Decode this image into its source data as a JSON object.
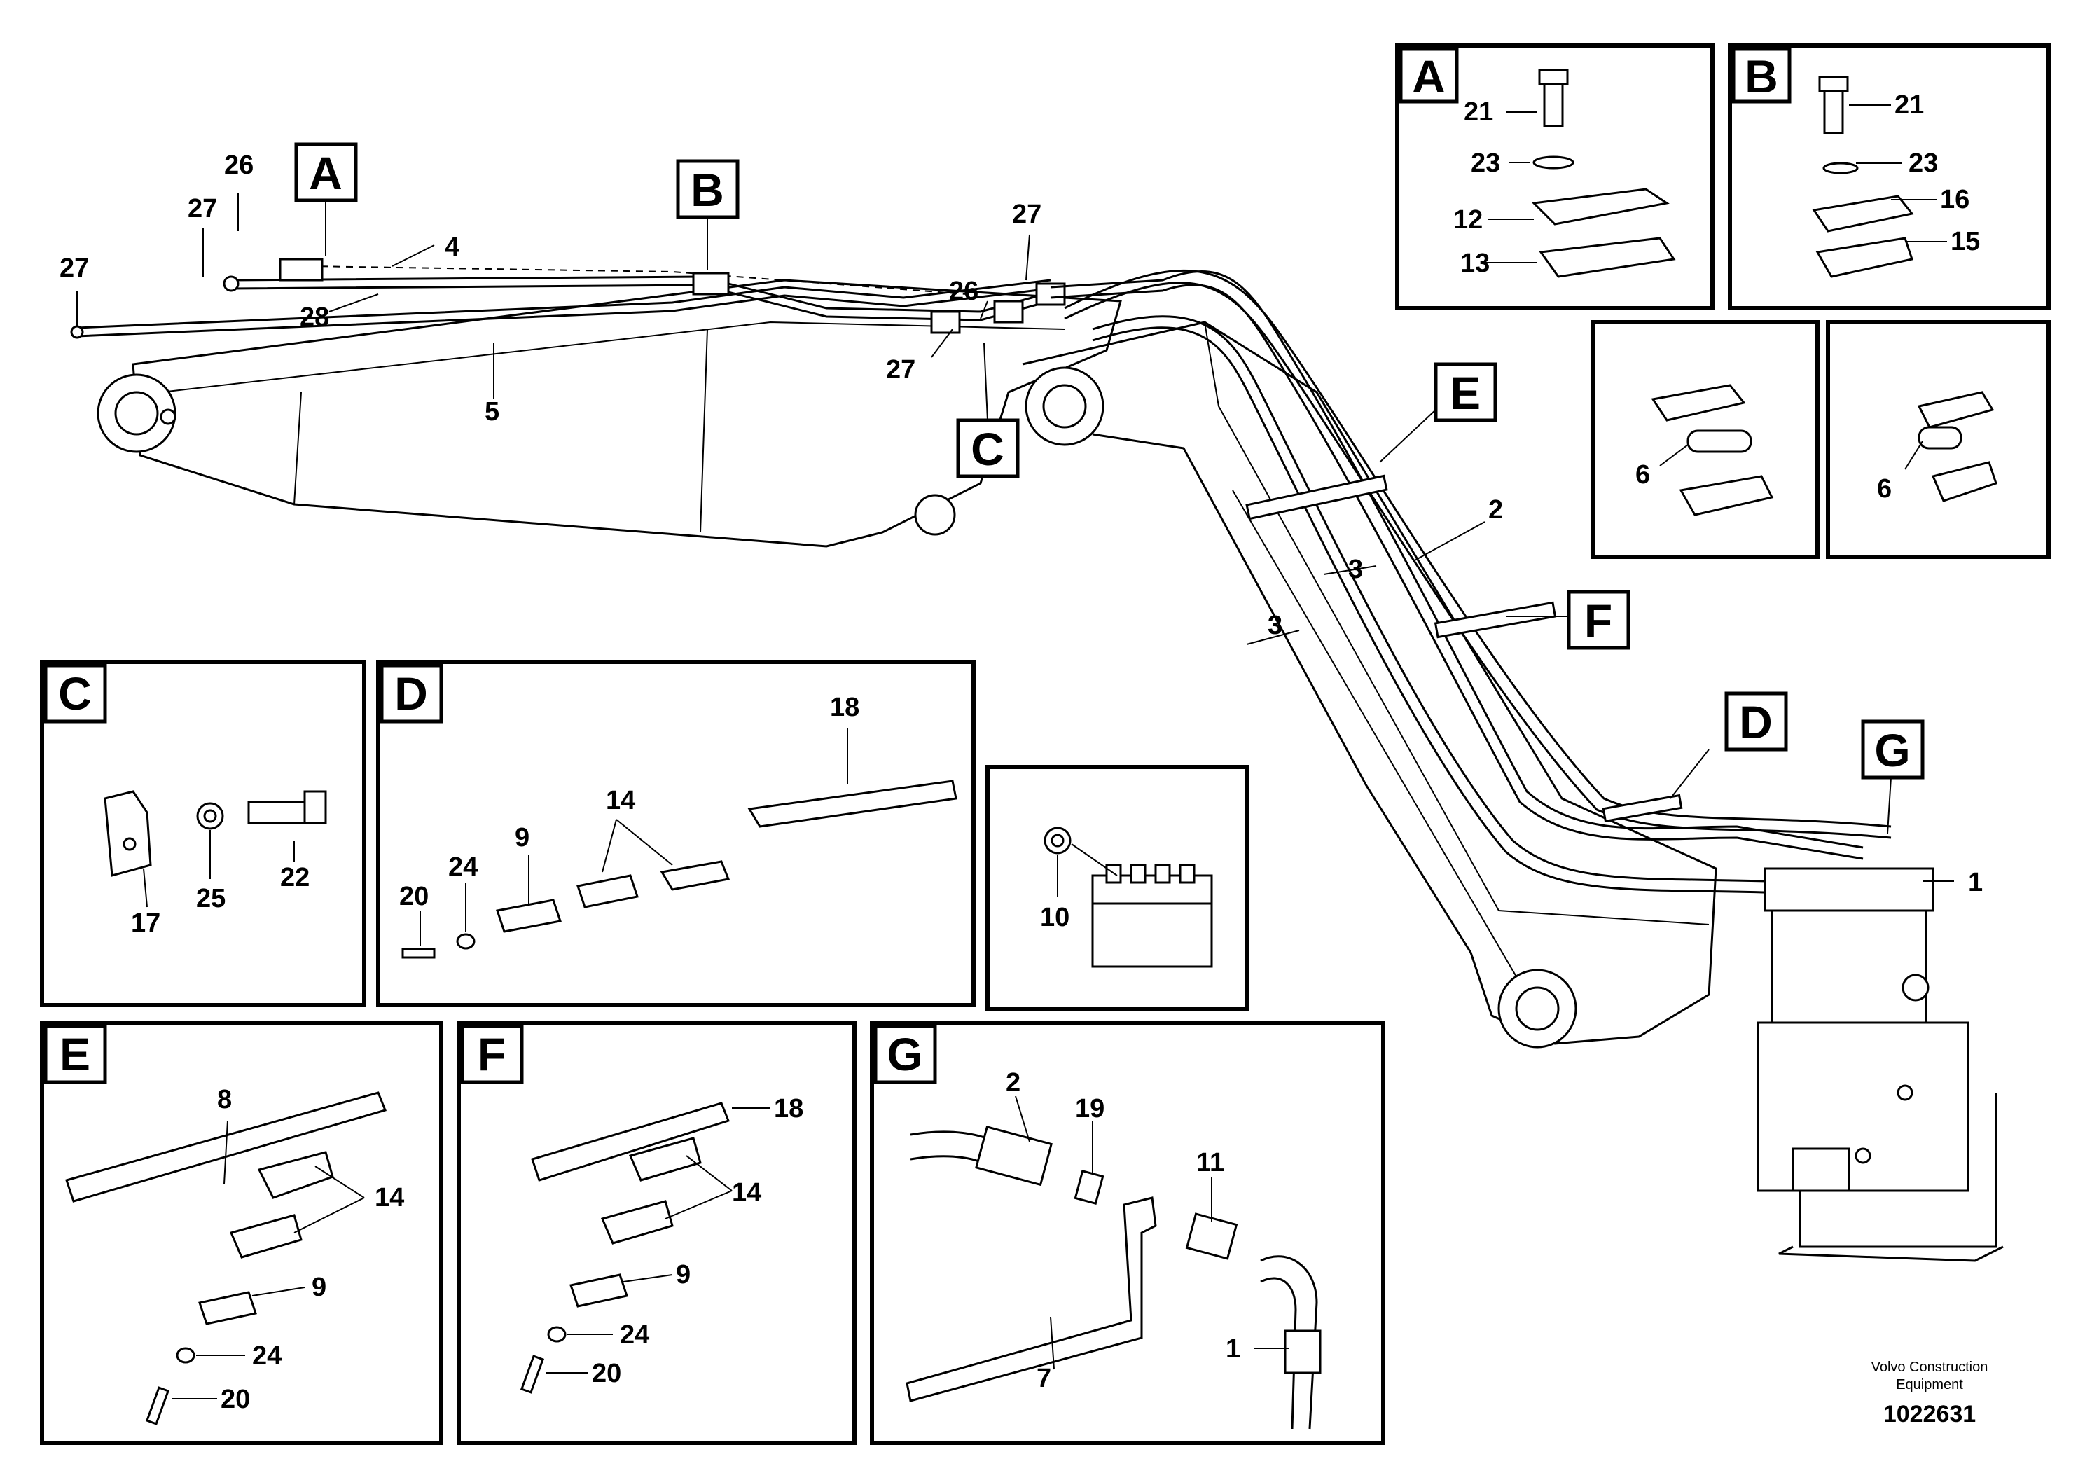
{
  "drawing": {
    "publisher": "Volvo Construction",
    "publisher_line2": "Equipment",
    "drawing_number": "1022631"
  },
  "main_view": {
    "callout_letters": [
      "A",
      "B",
      "C",
      "D",
      "E",
      "F",
      "G"
    ],
    "part_numbers": [
      "1",
      "2",
      "3",
      "3",
      "4",
      "5",
      "26",
      "27",
      "27",
      "27",
      "26",
      "27",
      "28"
    ]
  },
  "details": {
    "A": {
      "label": "A",
      "parts": [
        "21",
        "23",
        "12",
        "13"
      ]
    },
    "B": {
      "label": "B",
      "parts": [
        "21",
        "23",
        "16",
        "15"
      ]
    },
    "six_left": {
      "parts": [
        "6"
      ]
    },
    "six_right": {
      "parts": [
        "6"
      ]
    },
    "C": {
      "label": "C",
      "parts": [
        "22",
        "17",
        "25"
      ]
    },
    "D": {
      "label": "D",
      "parts": [
        "18",
        "14",
        "9",
        "20",
        "24"
      ]
    },
    "ten": {
      "parts": [
        "10"
      ]
    },
    "E": {
      "label": "E",
      "parts": [
        "8",
        "14",
        "9",
        "24",
        "20"
      ]
    },
    "F": {
      "label": "F",
      "parts": [
        "18",
        "14",
        "9",
        "24",
        "20"
      ]
    },
    "G": {
      "label": "G",
      "parts": [
        "2",
        "19",
        "11",
        "7",
        "1"
      ]
    }
  }
}
